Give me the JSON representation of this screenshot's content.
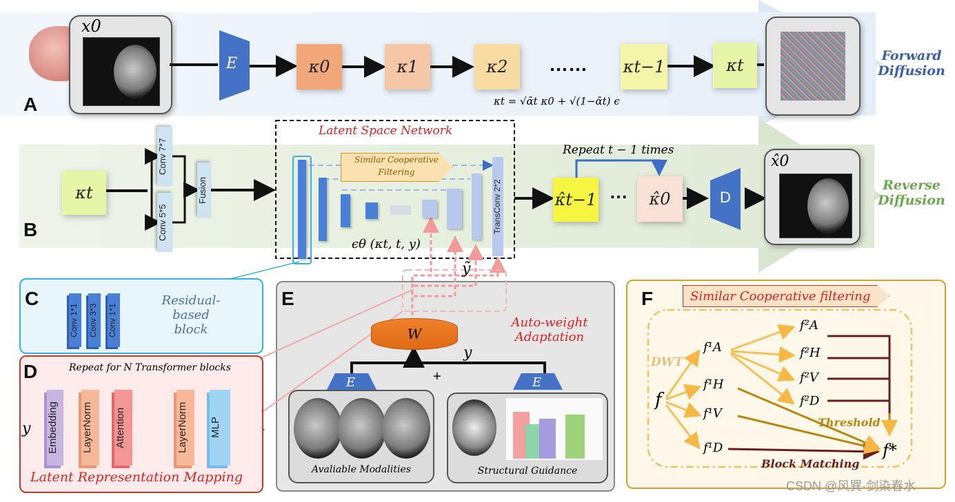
{
  "sections": {
    "a": "A",
    "b": "B",
    "c": "C",
    "d": "D",
    "e": "E",
    "f": "F"
  },
  "forward": {
    "input_label": "x0",
    "encoder": "E",
    "kappas": [
      "κ0",
      "κ1",
      "κ2",
      "……",
      "κt−1",
      "κt"
    ],
    "title_line1": "Forward",
    "title_line2": "Diffusion",
    "equation": "κt = √ᾱt κ0 + √(1−ᾱt) ϵ"
  },
  "reverse": {
    "input": "κt",
    "conv1": "Conv 7*7",
    "conv2": "Conv 5*5",
    "fusion": "Fusion",
    "network_title": "Latent Space Network",
    "scf_box": "Similar Cooperative Filtering",
    "transconv": "TransConv 2*2",
    "eps": "ϵθ (κt, t, y)",
    "ytilde": "ỹ",
    "repeat": "Repeat t − 1 times",
    "khat_t1": "κ̂t−1",
    "dots": "⋯",
    "khat_0": "κ̂0",
    "decoder": "D",
    "output_label": "x̂0",
    "title_line1": "Reverse",
    "title_line2": "Diffusion"
  },
  "residual": {
    "convs": [
      "Conv 1*1",
      "Conv 3*3",
      "Conv 1*1"
    ],
    "title_line1": "Residual-based",
    "title_line2": "block"
  },
  "latent_map": {
    "repeat": "Repeat for N  Transformer blocks",
    "y": "y",
    "blocks": [
      "Embedding",
      "LayerNorm",
      "Attention",
      "LayerNorm",
      "MLP"
    ],
    "title": "Latent Representation Mapping"
  },
  "autoweight": {
    "w": "W",
    "y": "y",
    "plus": "+",
    "enc_left": "E",
    "enc_right": "E",
    "title_line1": "Auto-weight",
    "title_line2": "Adaptation",
    "caption_left": "Avaliable Modalities",
    "caption_right": "Structural Guidance"
  },
  "scf": {
    "title": "Similar Cooperative filtering",
    "dwt": "DWT",
    "f": "f",
    "level1": [
      "f¹A",
      "f¹H",
      "f¹V",
      "f¹D"
    ],
    "level2": [
      "f²A",
      "f²H",
      "f²V",
      "f²D"
    ],
    "threshold": "Threshold",
    "block_matching": "Block Matching",
    "fstar": "f*"
  },
  "watermark": "CSDN @风巽·剑染春水",
  "colors": {
    "k0": "#f0a77a",
    "k1": "#f6c7a6",
    "k2": "#f8dba3",
    "kt1": "#f4f5a8",
    "kt": "#e6f5a8",
    "encoder": "#4472c4",
    "red_title": "#e02020",
    "blue_title": "#3a5fa8",
    "green_title": "#6aa84f"
  }
}
